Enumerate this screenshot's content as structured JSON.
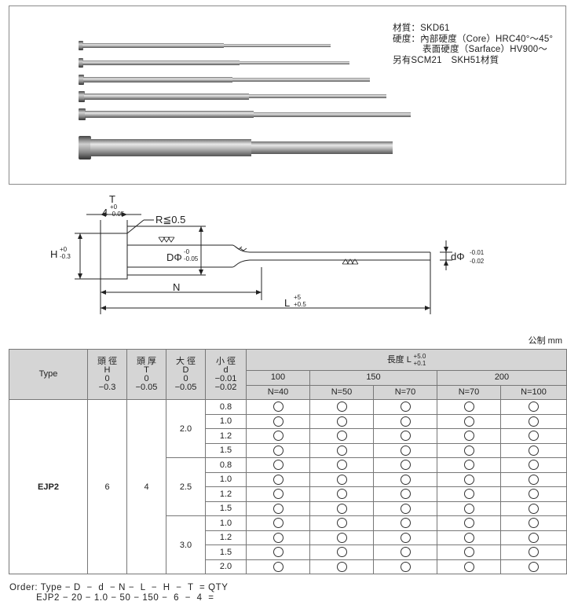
{
  "specs": {
    "material": "材質：SKD61",
    "hardness_core": "硬度：內部硬度（Core）HRC40°～45°",
    "hardness_surface": "表面硬度（Sarface）HV900～",
    "alternate": "另有SCM21　SKH51材質"
  },
  "drawing": {
    "t_label": "T",
    "t_value": "4",
    "t_tol_top": "+0",
    "t_tol_bottom": "-0.05",
    "r_label": "R≦0.5",
    "h_label": "H",
    "h_tol_top": "+0",
    "h_tol_bottom": "-0.3",
    "d_label": "DΦ",
    "d_tol_top": "-0",
    "d_tol_bottom": "-0.05",
    "n_label": "N",
    "l_label": "L",
    "l_tol_top": "+5",
    "l_tol_bottom": "+0.5",
    "small_d_label": "dΦ",
    "small_d_tol_top": "-0.01",
    "small_d_tol_bottom": "-0.02"
  },
  "unit": "公制 mm",
  "table": {
    "type_header": "Type",
    "h_header": [
      "頭 徑",
      "H",
      "0",
      "−0.3"
    ],
    "t_header": [
      "頭 厚",
      "T",
      "0",
      "−0.05"
    ],
    "big_d_header": [
      "大 徑",
      "D",
      "0",
      "−0.05"
    ],
    "small_d_header": [
      "小 徑",
      "d",
      "−0.01",
      "−0.02"
    ],
    "length_header": "長度 L",
    "length_tol_top": "+5.0",
    "length_tol_bottom": "+0.1",
    "lengths": [
      "100",
      "150",
      "200"
    ],
    "n_values": [
      "N=40",
      "N=50",
      "N=70",
      "N=70",
      "N=100"
    ],
    "type_value": "EJP2",
    "h_value": "6",
    "t_value": "4",
    "groups": [
      {
        "D": "2.0",
        "d": [
          "0.8",
          "1.0",
          "1.2",
          "1.5"
        ]
      },
      {
        "D": "2.5",
        "d": [
          "0.8",
          "1.0",
          "1.2",
          "1.5"
        ]
      },
      {
        "D": "3.0",
        "d": [
          "1.0",
          "1.2",
          "1.5",
          "2.0"
        ]
      }
    ]
  },
  "order": {
    "line1": "Order: Type − D  −  d  − N −  L  −  H  −  T  = QTY",
    "line2": "         EJP2 − 20 − 1.0 − 50 − 150 −  6  −  4  ="
  }
}
